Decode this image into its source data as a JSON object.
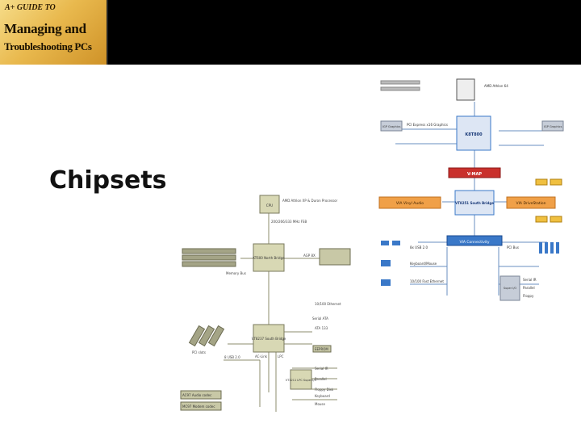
{
  "logo": {
    "line1": "A+ GUIDE TO",
    "line2": "Managing and",
    "line3": "Troubleshooting PCs"
  },
  "slide": {
    "title": "Chipsets"
  },
  "diagram_left": {
    "cpu": "CPU",
    "cpu_desc": "AMD Athlon XP & Duron Processor",
    "bus": "200/266/333 MHz FSB",
    "north": "KT600 North Bridge",
    "memory": "Memory Bus",
    "agp": "AGP 8X",
    "pci_slots": "PCI slots",
    "south": "VT8237 South Bridge",
    "audio": "AC-Link",
    "usb": "8 USB 2.0",
    "lpc": "LPC",
    "super_io": "VT1211 LPC Super I/O",
    "ac97": "AC97 Audio codec",
    "mc97": "MC97 Modem codec",
    "serial": "Serial IR",
    "parallel": "Parallel",
    "floppy": "Floppy Disk",
    "keyboard": "Keyboard",
    "mouse": "Mouse",
    "eeprom": "EEPROM",
    "lan": "10/100 Ethernet",
    "sata": "Serial ATA",
    "ata": "ATA 133"
  },
  "diagram_right": {
    "cpu": "AMD Athlon 64",
    "north": "K8T800",
    "south": "VT8251 South Bridge",
    "vlink": "V-MAP",
    "connect": "VIA Connectivity",
    "audio": "VIA Vinyl Audio",
    "drive": "VIA DriveStation",
    "pcie": "PCI Express x16 Graphics",
    "pci": "PCI Bus",
    "usb": "8x USB 2.0",
    "graphics1": "IGP Graphics",
    "graphics2": "IGP Graphics",
    "keyboard": "Keyboard/Mouse",
    "lan": "10/100 Fast Ethernet",
    "super_io": "Super I/O",
    "serial": "Serial IR",
    "parallel": "Parallel",
    "floppy": "Floppy"
  },
  "colors": {
    "accent_red": "#c9302c",
    "chip_green": "#d8d8b4",
    "orange": "#f0a048",
    "blue": "#3a78c8"
  }
}
